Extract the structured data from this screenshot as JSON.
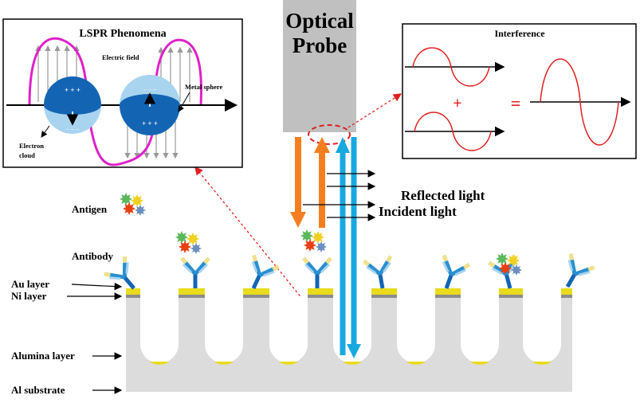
{
  "probe": {
    "line1": "Optical",
    "line2": "Probe"
  },
  "lspr": {
    "title": "LSPR Phenomena",
    "electric_field": "Electric field",
    "metal_sphere": "Metal sphere",
    "electron": "Electron",
    "cloud": "cloud",
    "plus": "+ + +",
    "minus": "– – –"
  },
  "interference": {
    "title": "Interference",
    "plus": "+",
    "equals": "="
  },
  "light": {
    "reflected": "Reflected light",
    "incident": "Incident light"
  },
  "layers": {
    "antigen": "Antigen",
    "antibody": "Antibody",
    "au": "Au layer",
    "ni": "Ni layer",
    "alumina": "Alumina layer",
    "al": "Al substrate"
  },
  "colors": {
    "orange": "#f57f20",
    "cyan": "#18a8e0",
    "gold": "#e8dc1c",
    "magenta": "#e020c8",
    "sine": "#e02020",
    "dark_blue": "#1464b4",
    "light_blue": "#a8d4f0",
    "probe_gray": "#c0c0c0",
    "layer_gray": "#dcdcdc"
  }
}
